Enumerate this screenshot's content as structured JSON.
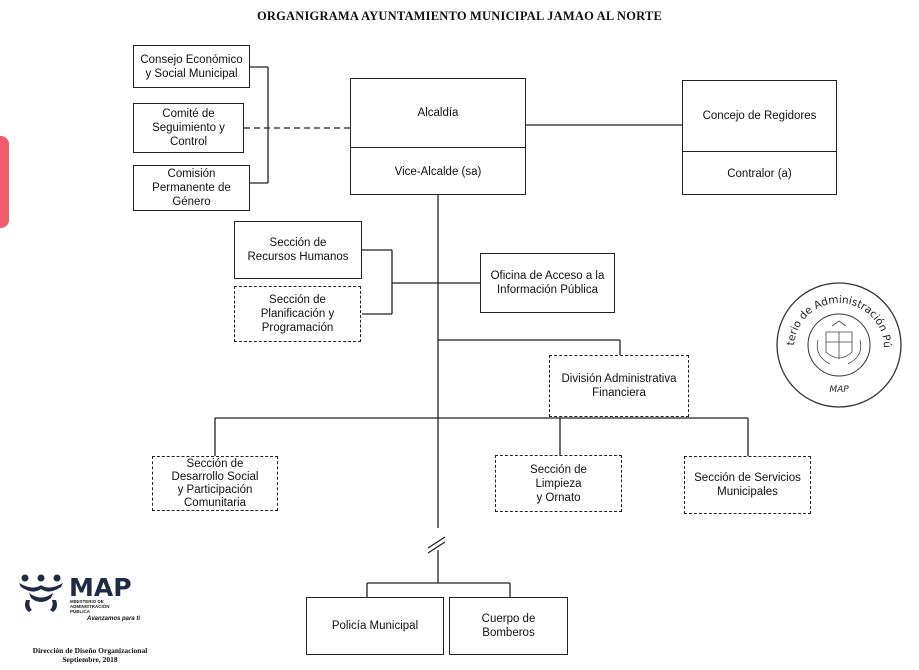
{
  "title": "ORGANIGRAMA AYUNTAMIENTO MUNICIPAL JAMAO AL NORTE",
  "boxes": {
    "consejo_economico": [
      "Consejo Económico",
      "y Social Municipal"
    ],
    "comite_seguimiento": [
      "Comité de",
      "Seguimiento y",
      "Control"
    ],
    "comision_genero": [
      "Comisión",
      "Permanente de",
      "Género"
    ],
    "alcaldia": "Alcaldía",
    "vice_alcalde": "Vice-Alcalde (sa)",
    "concejo_regidores": "Concejo de Regidores",
    "contralor": "Contralor (a)",
    "recursos_humanos": [
      "Sección de",
      "Recursos Humanos"
    ],
    "planificacion": [
      "Sección de",
      "Planificación y",
      "Programación"
    ],
    "oficina_acceso": [
      "Oficina de Acceso a la",
      "Información Pública"
    ],
    "division_admin": [
      "División Administrativa",
      "Financiera"
    ],
    "desarrollo_social": [
      "Sección de",
      "Desarrollo Social",
      "y Participación",
      "Comunitaria"
    ],
    "limpieza": [
      "Sección de",
      "Limpieza",
      "y Ornato"
    ],
    "servicios_municipales": [
      "Sección de Servicios",
      "Municipales"
    ],
    "policia_municipal": "Policía Municipal",
    "cuerpo_bomberos": "Cuerpo de Bomberos"
  },
  "logo": {
    "name": "MAP",
    "subtext": [
      "MINISTERIO DE",
      "ADMINISTRACIÓN",
      "PÚBLICA"
    ],
    "tagline": "Avanzamos para ti"
  },
  "credit": [
    "Dirección de Diseño Organizacional",
    "Septiembre, 2018"
  ],
  "seal": {
    "text": "Ministerio de Administración Pública",
    "abbr": "MAP"
  },
  "colors": {
    "line": "#222222",
    "logo_dark": "#1f2a44",
    "accent_bar": "#f25c6c"
  }
}
